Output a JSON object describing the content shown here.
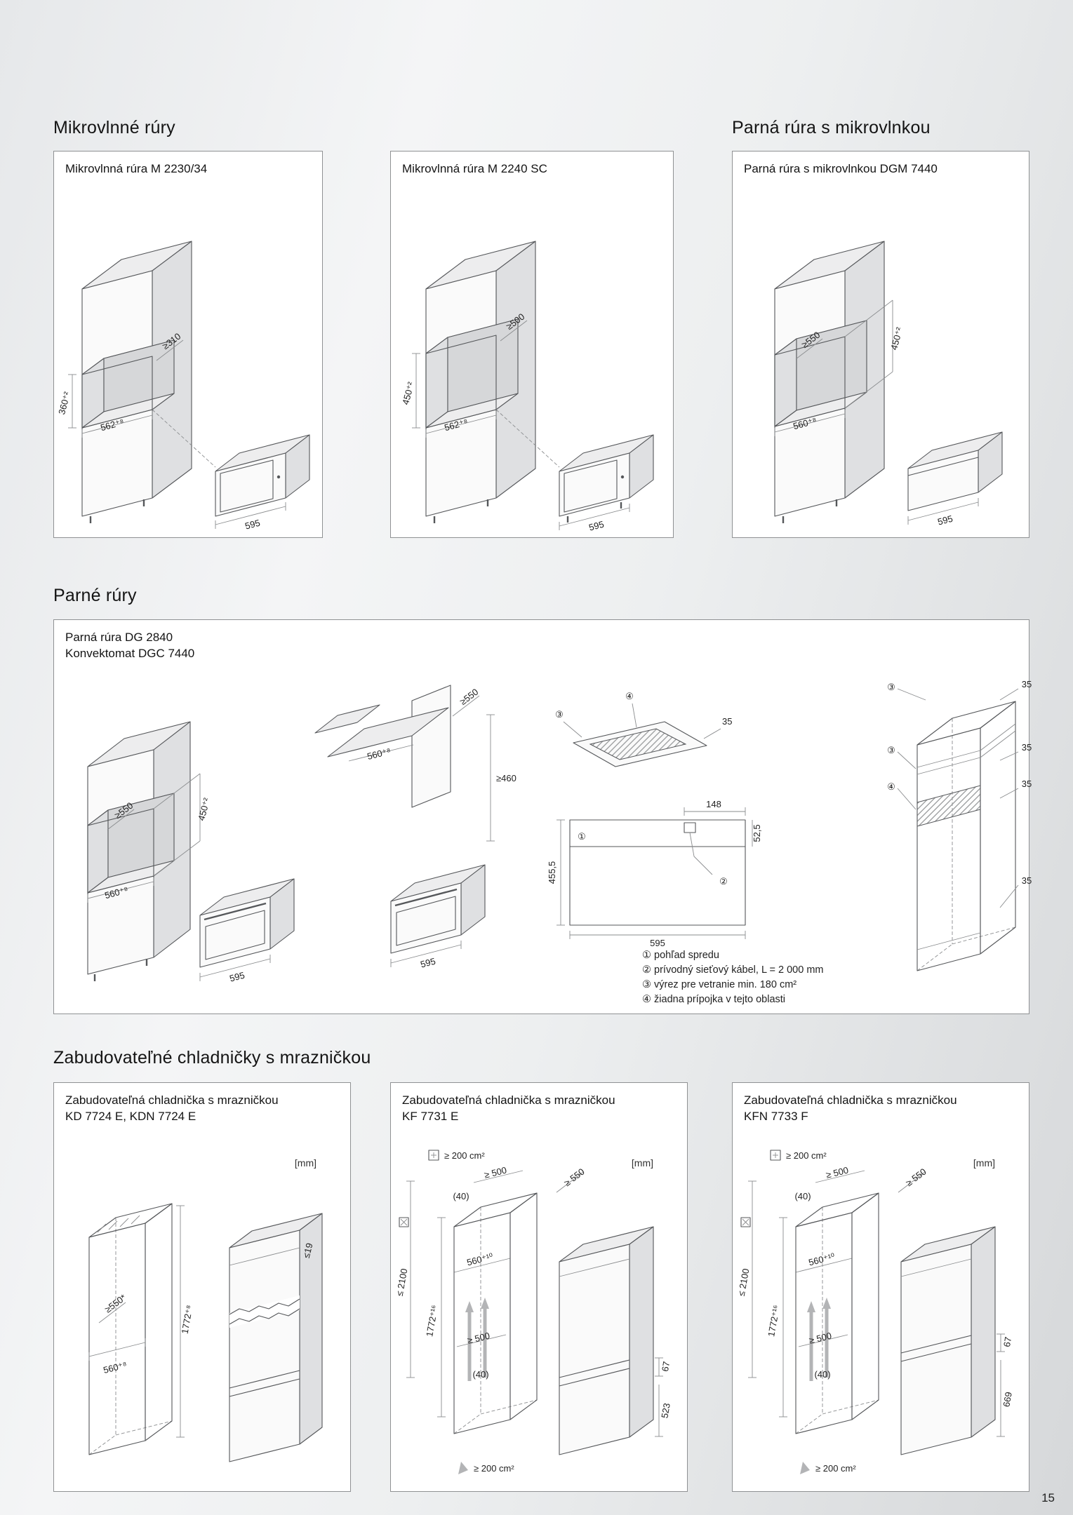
{
  "page_number": "15",
  "headings": {
    "microwaves": "Mikrovlnné rúry",
    "steam_microwave": "Parná rúra s mikrovlnkou",
    "steam_ovens": "Parné rúry",
    "fridges": "Zabudovateľné chladničky s mrazničkou"
  },
  "m2230": {
    "title": "Mikrovlnná rúra M 2230/34",
    "dim_height": "360⁺²",
    "dim_depth": "≥310",
    "dim_width": "562⁺⁸",
    "dim_front": "595"
  },
  "m2240": {
    "title": "Mikrovlnná rúra M 2240 SC",
    "dim_height": "450⁺²",
    "dim_depth": "≥500",
    "dim_width": "562⁺⁸",
    "dim_front": "595"
  },
  "dgm7440": {
    "title": "Parná rúra s mikrovlnkou DGM 7440",
    "dim_depth": "≥550",
    "dim_height": "450⁺²",
    "dim_width": "560⁺⁸",
    "dim_front": "595"
  },
  "dg2840": {
    "title_line1": "Parná rúra DG 2840",
    "title_line2": "Konvektomat DGC 7440",
    "cabinet": {
      "depth": "≥550",
      "height": "450⁺²",
      "width": "560⁺⁸",
      "front": "595"
    },
    "build": {
      "depth": "≥550",
      "width": "560⁺⁸",
      "clearance": "≥460",
      "front": "595"
    },
    "front_view": {
      "w148": "148",
      "w52": "52,5",
      "h455": "455,5",
      "w595": "595",
      "m1": "①",
      "m2": "②"
    },
    "vent_view": {
      "m3": "③",
      "m4": "④",
      "d35": "35"
    },
    "side_view": {
      "m3a": "③",
      "m3b": "③",
      "m4": "④",
      "d35a": "35",
      "d35b": "35",
      "d35c": "35",
      "d35d": "35"
    },
    "legend": [
      "① pohľad spredu",
      "② prívodný sieťový kábel, L = 2 000 mm",
      "③ výrez pre vetranie min. 180 cm²",
      "④ žiadna prípojka v tejto oblasti"
    ]
  },
  "kd7724": {
    "title_line1": "Zabudovateľná chladnička s mrazničkou",
    "title_line2": "KD 7724 E, KDN 7724 E",
    "mm": "[mm]",
    "dim_depth": "≥550*",
    "dim_width": "560⁺⁸",
    "dim_height": "1772⁺⁸",
    "dim_door": "≤19"
  },
  "kf7731": {
    "title_line1": "Zabudovateľná chladnička s mrazničkou",
    "title_line2": "KF 7731 E",
    "mm": "[mm]",
    "vent_top": "≥ 200 cm²",
    "clear_top": "≥ 500",
    "dim_depth": "≥ 550",
    "gap_top": "(40)",
    "height_total": "≤ 2100",
    "niche_width": "560⁺¹⁰",
    "niche_height": "1772⁺¹⁶",
    "clear_mid": "≥ 500",
    "gap_bottom": "(40)",
    "dim_67": "67",
    "dim_freezer": "523",
    "vent_bottom": "≥ 200 cm²"
  },
  "kfn7733": {
    "title_line1": "Zabudovateľná chladnička s mrazničkou",
    "title_line2": "KFN 7733 F",
    "mm": "[mm]",
    "vent_top": "≥ 200 cm²",
    "clear_top": "≥ 500",
    "dim_depth": "≥ 550",
    "gap_top": "(40)",
    "height_total": "≤ 2100",
    "niche_width": "560⁺¹⁰",
    "niche_height": "1772⁺¹⁶",
    "clear_mid": "≥ 500",
    "gap_bottom": "(40)",
    "dim_67": "67",
    "dim_freezer": "669",
    "vent_bottom": "≥ 200 cm²"
  }
}
